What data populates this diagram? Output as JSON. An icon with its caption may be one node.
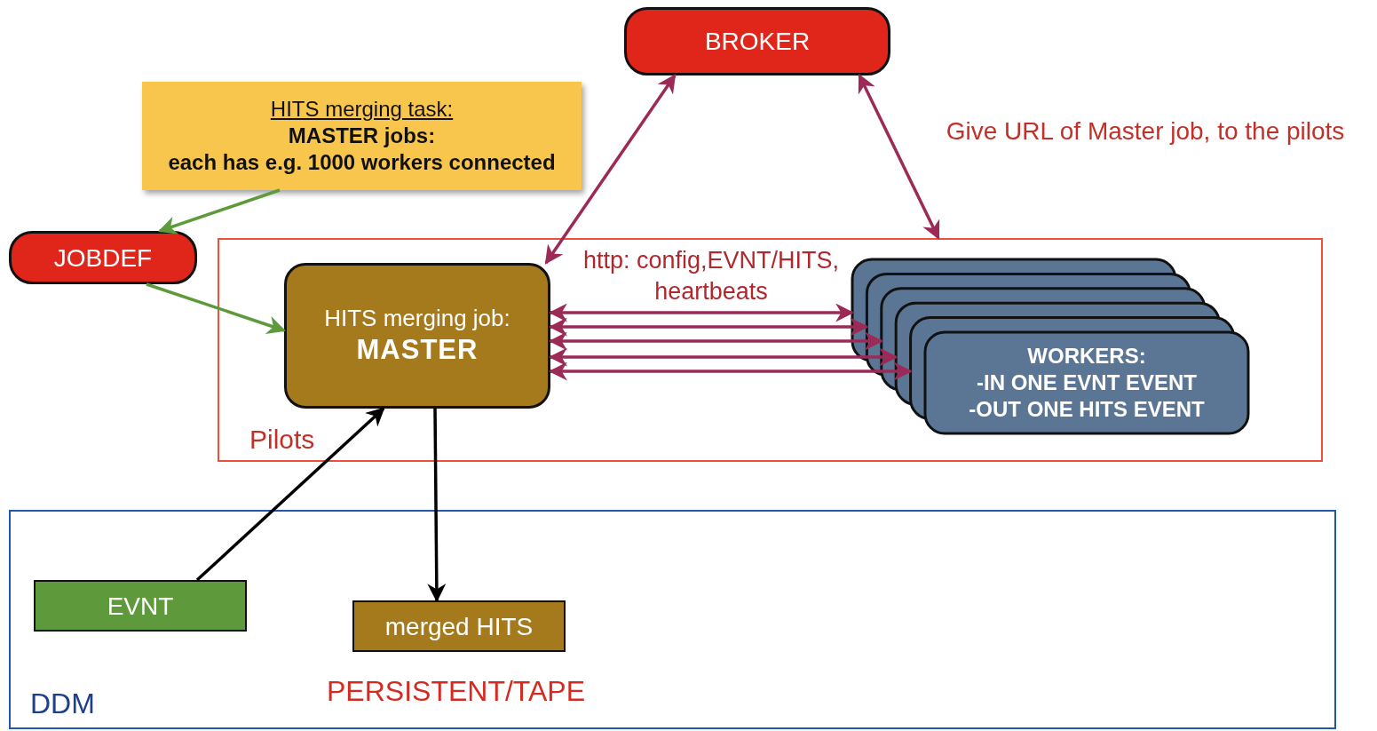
{
  "diagram": {
    "nodes": [
      {
        "text": [
          "BROKER"
        ]
      },
      {
        "text": [
          "HITS merging task:",
          "MASTER jobs:",
          "each has e.g. 1000 workers connected"
        ]
      },
      {
        "text": [
          "JOBDEF"
        ]
      },
      {
        "text": [
          "Pilots"
        ]
      },
      {
        "text": [
          "HITS merging job:",
          "MASTER"
        ],
        "in": 3
      },
      {
        "text": [
          "WORKERS:",
          "-IN ONE EVNT EVENT",
          "-OUT ONE HITS EVENT"
        ],
        "in": 3
      },
      {
        "text": [
          "DDM"
        ]
      },
      {
        "text": [
          "EVNT"
        ],
        "in": 6
      },
      {
        "text": [
          "merged HITS"
        ],
        "in": 6,
        "beside": [
          "PERSISTENT/TAPE"
        ]
      }
    ],
    "edges": [
      {
        "from": 1,
        "to": 2,
        "arrow": "to",
        "color": "#5e9a3c"
      },
      {
        "from": 2,
        "to": 4,
        "arrow": "to",
        "color": "#5e9a3c"
      },
      {
        "from": 0,
        "to": 4,
        "arrow": "both"
      },
      {
        "from": 0,
        "to": 3,
        "arrow": "both"
      },
      {
        "from": 4,
        "to": 5,
        "arrow": "both"
      },
      {
        "from": 4,
        "to": 5,
        "arrow": "both"
      },
      {
        "from": 4,
        "to": 5,
        "arrow": "both"
      },
      {
        "from": 4,
        "to": 5,
        "arrow": "both"
      },
      {
        "from": 4,
        "to": 5,
        "arrow": "both"
      },
      {
        "from": 7,
        "to": 4,
        "arrow": "to",
        "color": "#000000"
      },
      {
        "from": 4,
        "to": 8,
        "arrow": "to",
        "color": "#000000"
      }
    ],
    "labels": [
      "Give URL of Master job, to the pilots",
      "http: config,EVNT/HITS, heartbeats"
    ]
  }
}
